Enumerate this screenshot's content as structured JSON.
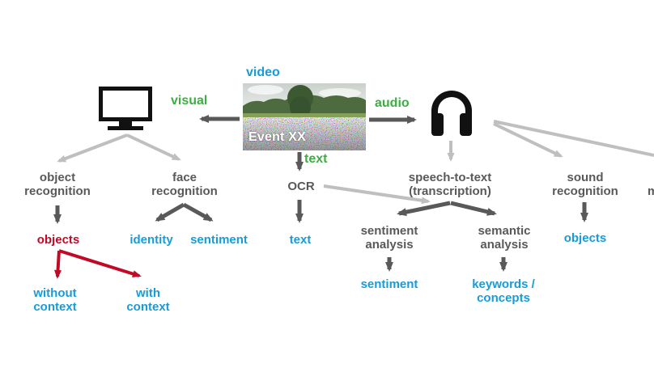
{
  "colors": {
    "blue": "#189BD8",
    "green": "#3FAD44",
    "red": "#C00A26",
    "dark_gray": "#595959",
    "light_gray": "#BFBFBF",
    "icon_black": "#111111"
  },
  "source": {
    "video_label": "video",
    "thumbnail_overlay": "Event XX"
  },
  "modalities": {
    "visual_label": "visual",
    "audio_label": "audio",
    "text_label": "text"
  },
  "nodes": {
    "object_recognition": "object\nrecognition",
    "face_recognition": "face\nrecognition",
    "objects_visual": "objects",
    "identity": "identity",
    "sentiment_face": "sentiment",
    "without_context": "without\ncontext",
    "with_context": "with\ncontext",
    "ocr": "OCR",
    "text_result": "text",
    "speech_to_text": "speech-to-text\n(transcription)",
    "sentiment_analysis": "sentiment\nanalysis",
    "semantic_analysis": "semantic\nanalysis",
    "sentiment_result": "sentiment",
    "keywords_concepts": "keywords /\nconcepts",
    "sound_recognition": "sound\nrecognition",
    "objects_audio": "objects",
    "clipped_label_right_edge": "m"
  }
}
